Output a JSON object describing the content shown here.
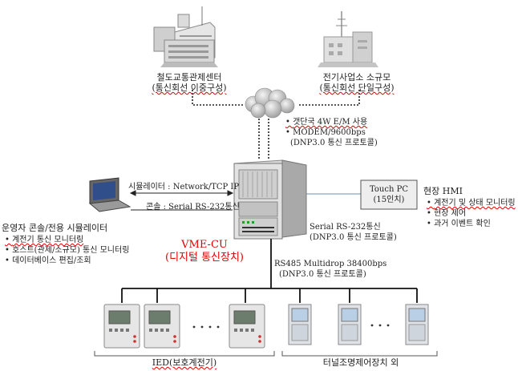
{
  "top": {
    "left_center": {
      "title": "철도교통관제센터",
      "subtitle": "(통신회선 이중구성)"
    },
    "right_center": {
      "title": "전기사업소 소규모",
      "subtitle": "(통신회선 단일구성)"
    }
  },
  "network_notes": [
    "갯단국 4W E/M 사용",
    "MODEM/9600bps",
    "(DNP3.0 통신 프로토콜)"
  ],
  "simulator_link": {
    "network": "시뮬레이터 : Network/TCP IP",
    "serial": "콘솔 : Serial RS-232통신"
  },
  "operator": {
    "title": "운영자 콘솔/전용 시뮬레이터",
    "items": [
      "계전기 통신 모니터링",
      "호스트(관제/소규모) 통신 모니터링",
      "데이터베이스 편집/조회"
    ]
  },
  "vme": {
    "name": "VME-CU",
    "desc": "(디지털 통신장치)"
  },
  "touch_pc": {
    "line1": "Touch PC",
    "line2": "(15인치)"
  },
  "hmi": {
    "title": "현장 HMI",
    "items": [
      "계전기 및 상태 모니터링",
      "현장 제어",
      "과거 이벤트 확인"
    ]
  },
  "serial_link": {
    "line1": "Serial RS-232통신",
    "line2": "(DNP3.0 통신 프로토콜)"
  },
  "rs485": {
    "line1": "RS485 Multidrop 38400bps",
    "line2": "(DNP3.0 통신 프로토콜)"
  },
  "bottom": {
    "ied": "IED(보호계전기)",
    "tunnel": "터널조명제어장치 외"
  }
}
